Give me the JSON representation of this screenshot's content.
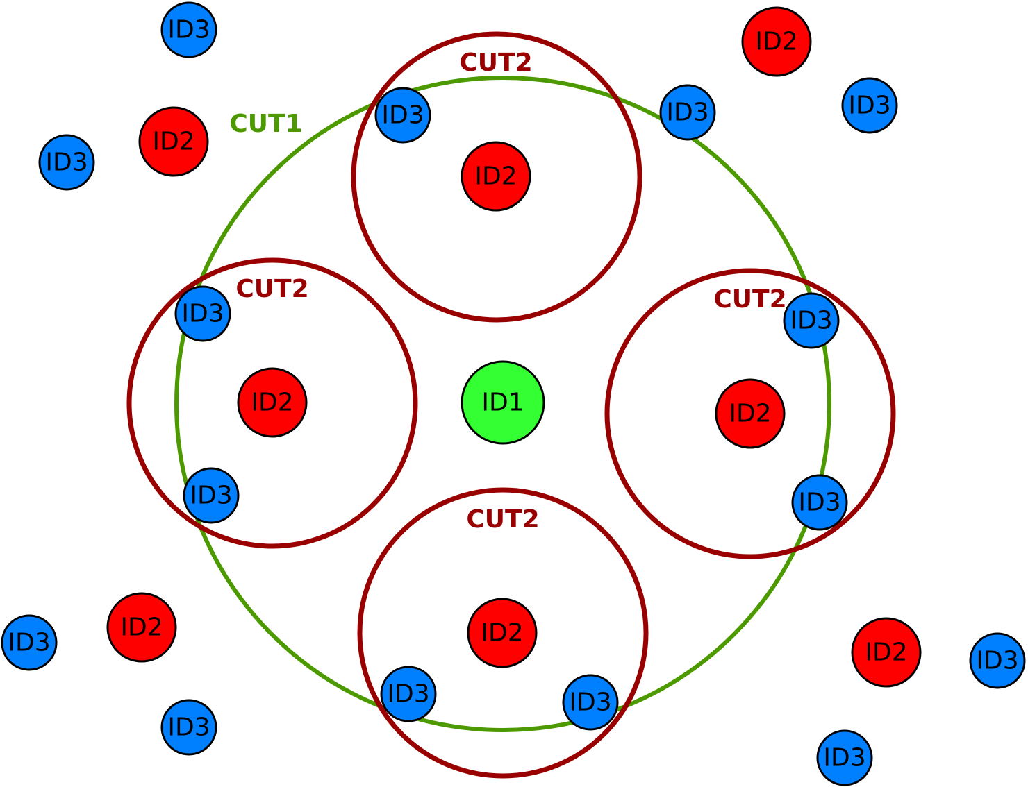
{
  "colors": {
    "background": "#ffffff",
    "cut1_ring": "#4c9a00",
    "cut2_ring": "#990000",
    "id1_fill": "#33ff33",
    "id2_fill": "#ff0000",
    "id3_fill": "#0080ff",
    "node_stroke": "#000000"
  },
  "labels": {
    "cut1": "CUT1",
    "cut2": "CUT2",
    "id1": "ID1",
    "id2": "ID2",
    "id3": "ID3"
  }
}
